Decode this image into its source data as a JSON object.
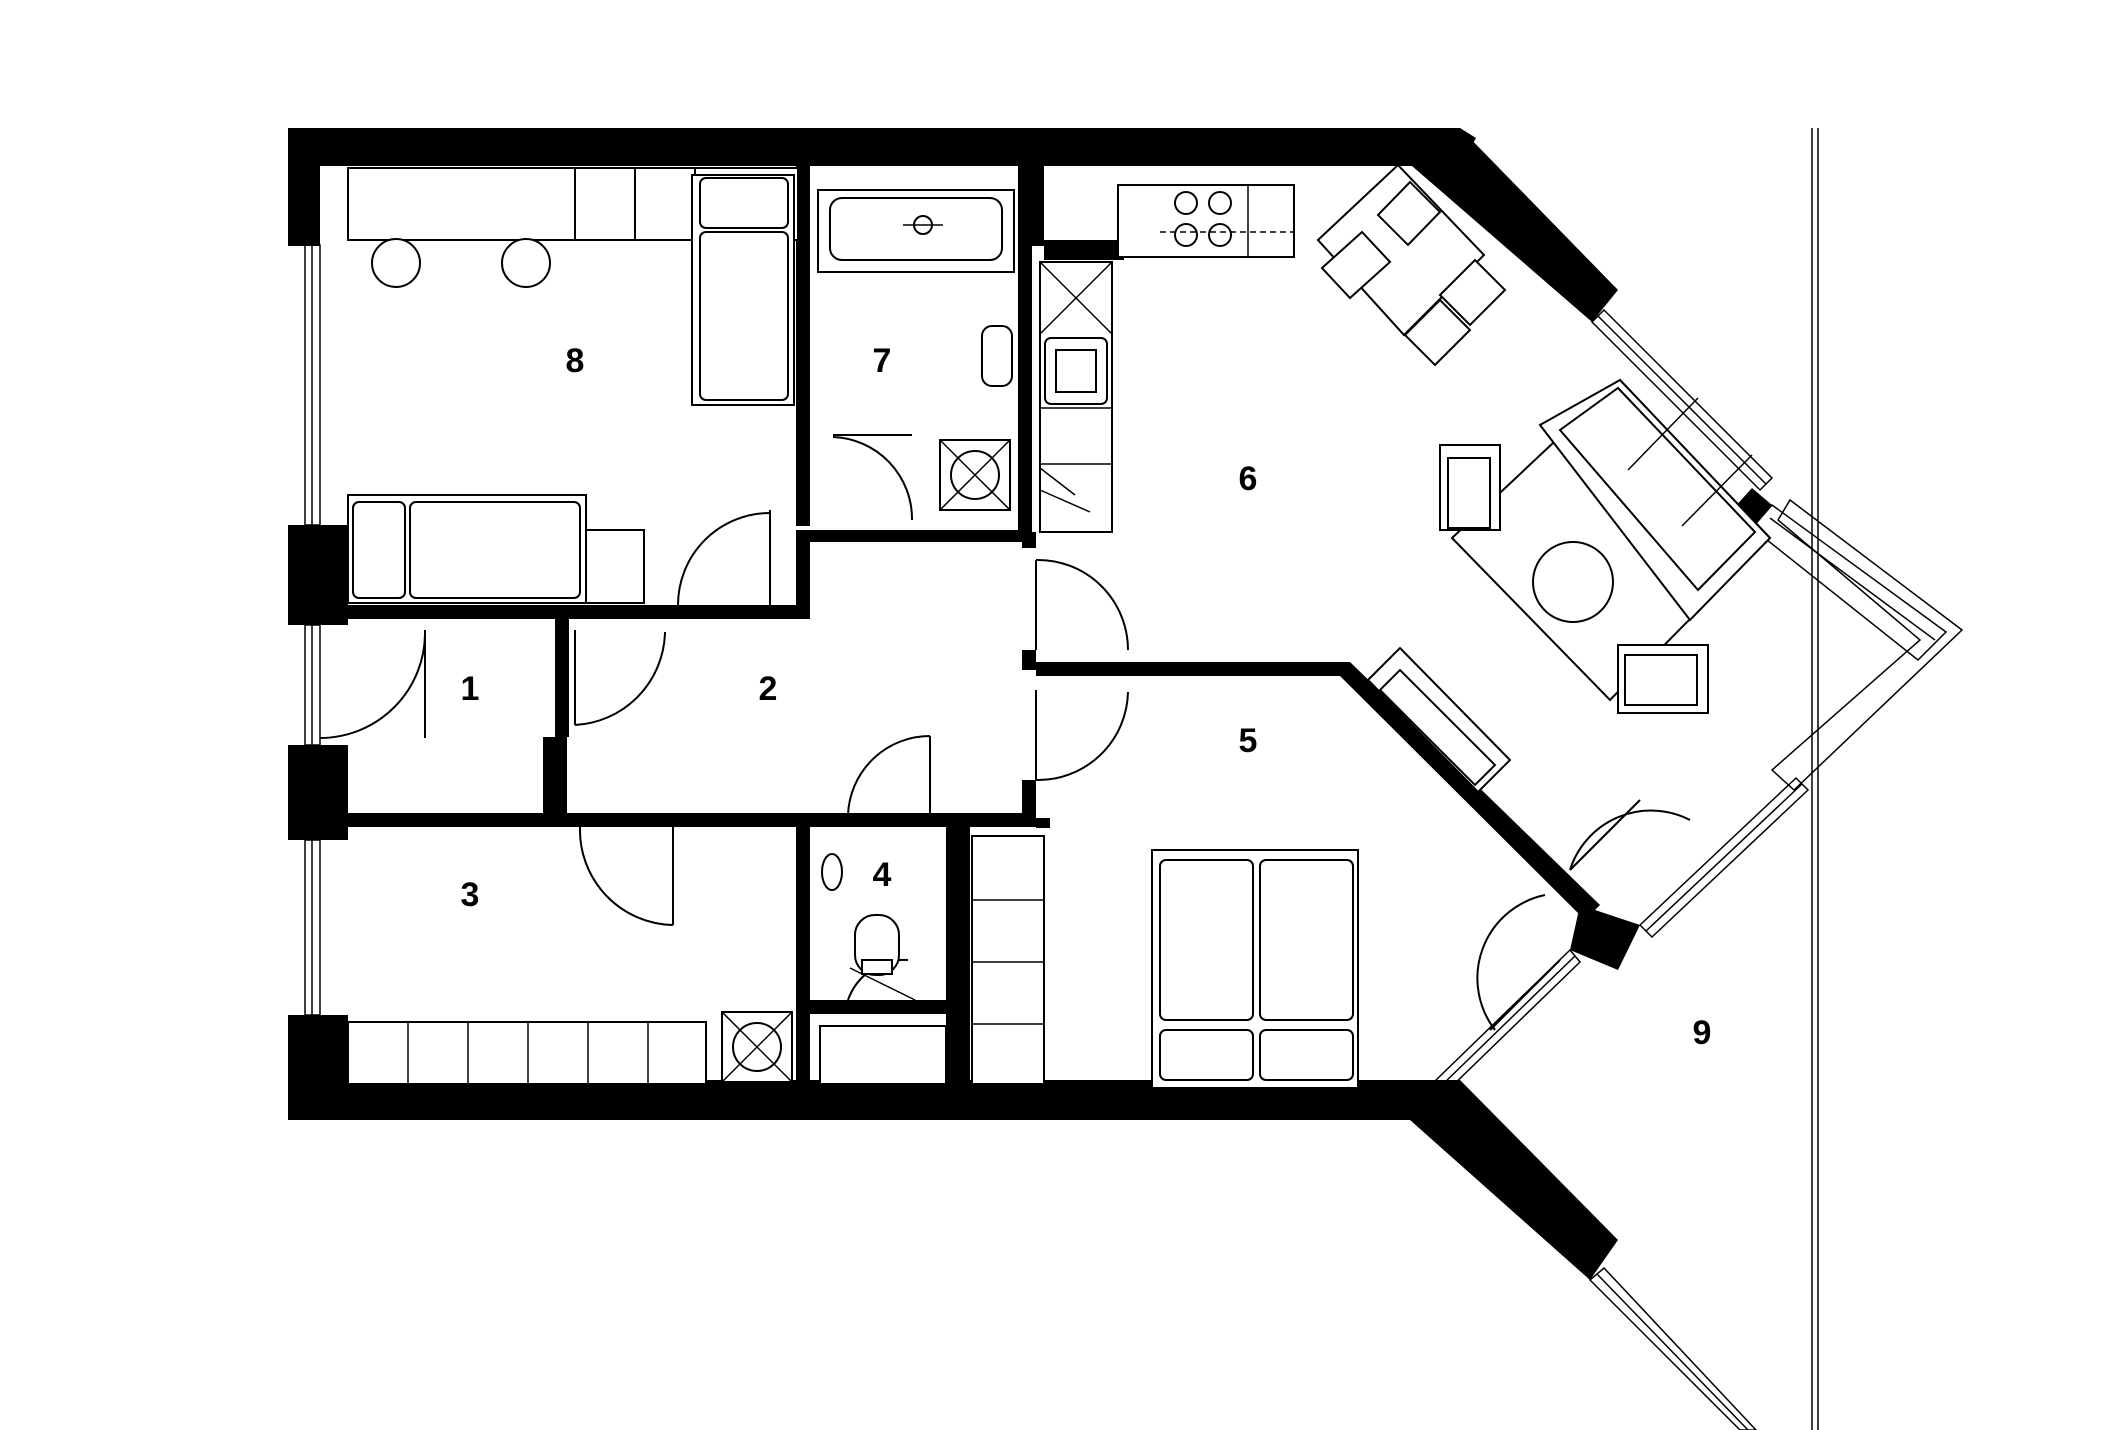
{
  "rooms": [
    {
      "id": "room-1",
      "label": "1"
    },
    {
      "id": "room-2",
      "label": "2"
    },
    {
      "id": "room-3",
      "label": "3"
    },
    {
      "id": "room-4",
      "label": "4"
    },
    {
      "id": "room-5",
      "label": "5"
    },
    {
      "id": "room-6",
      "label": "6"
    },
    {
      "id": "room-7",
      "label": "7"
    },
    {
      "id": "room-8",
      "label": "8"
    },
    {
      "id": "room-9",
      "label": "9"
    }
  ]
}
